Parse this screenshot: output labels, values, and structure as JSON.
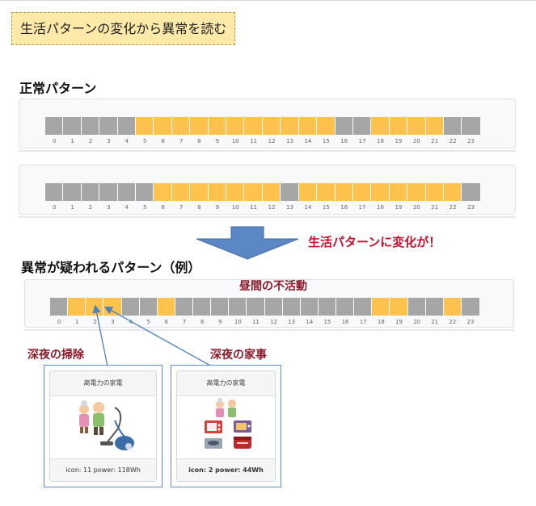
{
  "title": "生活パターンの変化から異常を読む",
  "normal_heading": "正常パターン",
  "abnormal_heading": "異常が疑われるパターン（例）",
  "change_label": "生活パターンに変化が！",
  "daytime_label": "昼間の不活動",
  "cleaning_label": "深夜の掃除",
  "housework_label": "深夜の家事",
  "hours": [
    "0",
    "1",
    "2",
    "3",
    "4",
    "5",
    "6",
    "7",
    "8",
    "9",
    "10",
    "11",
    "12",
    "13",
    "14",
    "15",
    "16",
    "17",
    "18",
    "19",
    "20",
    "21",
    "22",
    "23"
  ],
  "chart_data": [
    {
      "type": "heatmap",
      "row": "normal-1",
      "active": [
        0,
        0,
        0,
        0,
        0,
        1,
        1,
        1,
        1,
        1,
        1,
        1,
        1,
        1,
        1,
        1,
        0,
        0,
        1,
        1,
        1,
        1,
        0,
        0
      ]
    },
    {
      "type": "heatmap",
      "row": "normal-2",
      "active": [
        0,
        0,
        0,
        0,
        0,
        0,
        1,
        1,
        1,
        1,
        1,
        1,
        1,
        0,
        1,
        1,
        1,
        1,
        1,
        1,
        1,
        1,
        1,
        0
      ]
    },
    {
      "type": "heatmap",
      "row": "abnormal",
      "active": [
        0,
        1,
        1,
        1,
        0,
        0,
        1,
        0,
        0,
        0,
        0,
        0,
        0,
        0,
        0,
        0,
        0,
        0,
        1,
        1,
        0,
        0,
        1,
        0
      ]
    }
  ],
  "colors": {
    "active": "#ffc34d",
    "inactive": "#a6a6a6",
    "arrow": "#4f81bd",
    "callout": "#8b1a2b",
    "alert": "#c8102e"
  },
  "cards": [
    {
      "header": "高電力の家電",
      "footer": "icon: 11 power: 118Wh",
      "icons": [
        "elderly-couple-icon",
        "vacuum-cleaner-icon"
      ]
    },
    {
      "header": "高電力の家電",
      "footer": "icon: 2 power: 44Wh",
      "icons": [
        "elderly-couple-icon",
        "microwave-icon",
        "toaster-oven-icon",
        "electric-stove-icon",
        "rice-cooker-icon"
      ]
    }
  ]
}
